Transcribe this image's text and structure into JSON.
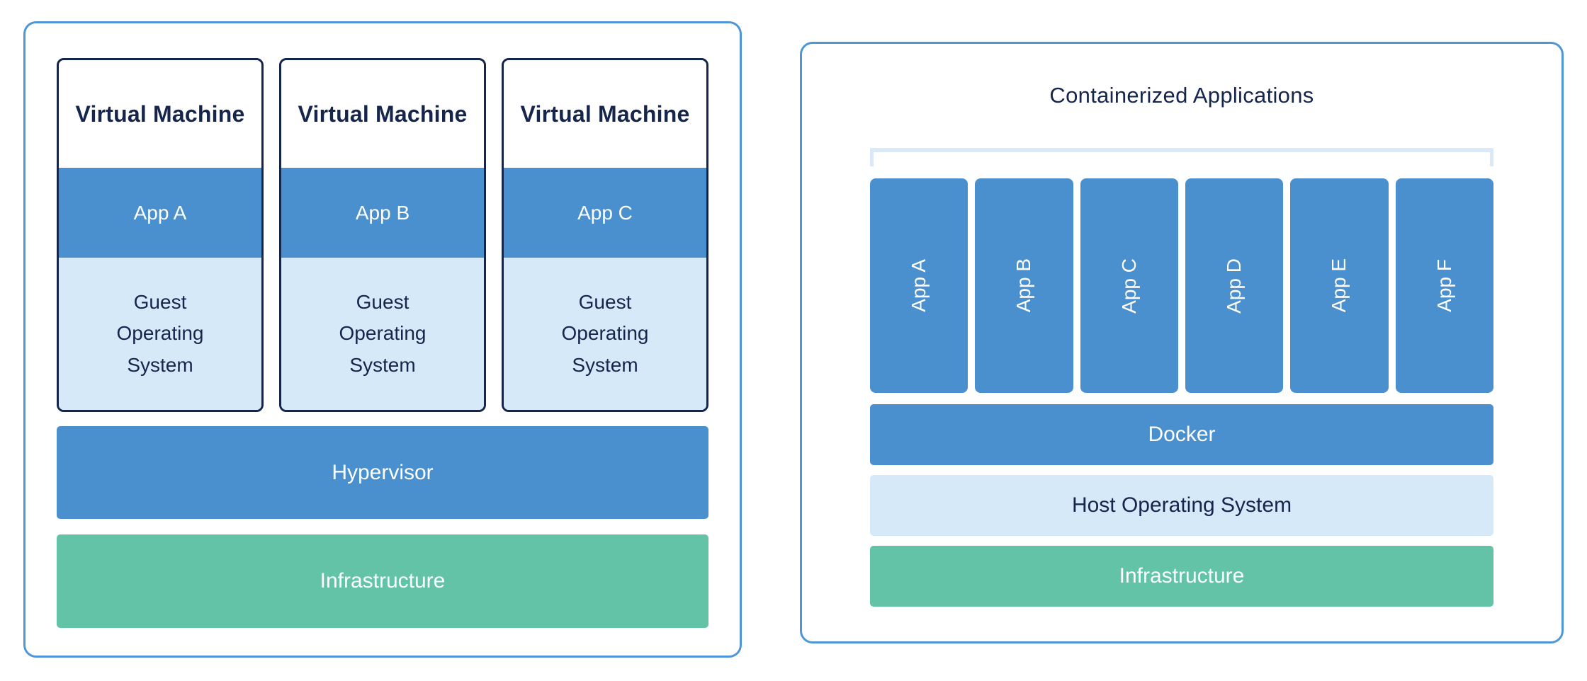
{
  "colors": {
    "panel_border": "#4E96D6",
    "block_blue": "#4A90CE",
    "block_light_blue": "#D6E9F9",
    "bracket_blue": "#D9E9F8",
    "block_green": "#62C3A7",
    "text_navy": "#16254C",
    "text_white": "#FFFFFF"
  },
  "left_panel": {
    "vms": [
      {
        "title": "Virtual Machine",
        "app": "App A",
        "os": "Guest Operating System"
      },
      {
        "title": "Virtual Machine",
        "app": "App B",
        "os": "Guest Operating System"
      },
      {
        "title": "Virtual Machine",
        "app": "App C",
        "os": "Guest Operating System"
      }
    ],
    "layers": [
      {
        "label": "Hypervisor"
      },
      {
        "label": "Infrastructure"
      }
    ]
  },
  "right_panel": {
    "title": "Containerized Applications",
    "containers": [
      "App A",
      "App B",
      "App C",
      "App D",
      "App E",
      "App F"
    ],
    "layers": [
      {
        "label": "Docker"
      },
      {
        "label": "Host Operating System"
      },
      {
        "label": "Infrastructure"
      }
    ]
  }
}
